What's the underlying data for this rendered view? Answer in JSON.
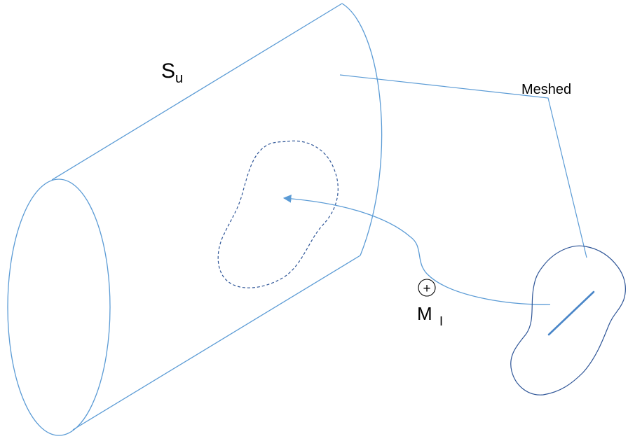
{
  "labels": {
    "surface_main": "S",
    "surface_sub": "u",
    "meshed": "Meshed",
    "marker_main": "M",
    "marker_sub": "I",
    "plus_symbol": "+"
  },
  "colors": {
    "stroke": "#5b9bd5",
    "dashed_stroke": "#2e5597",
    "text": "#000000",
    "background": "#ffffff"
  }
}
